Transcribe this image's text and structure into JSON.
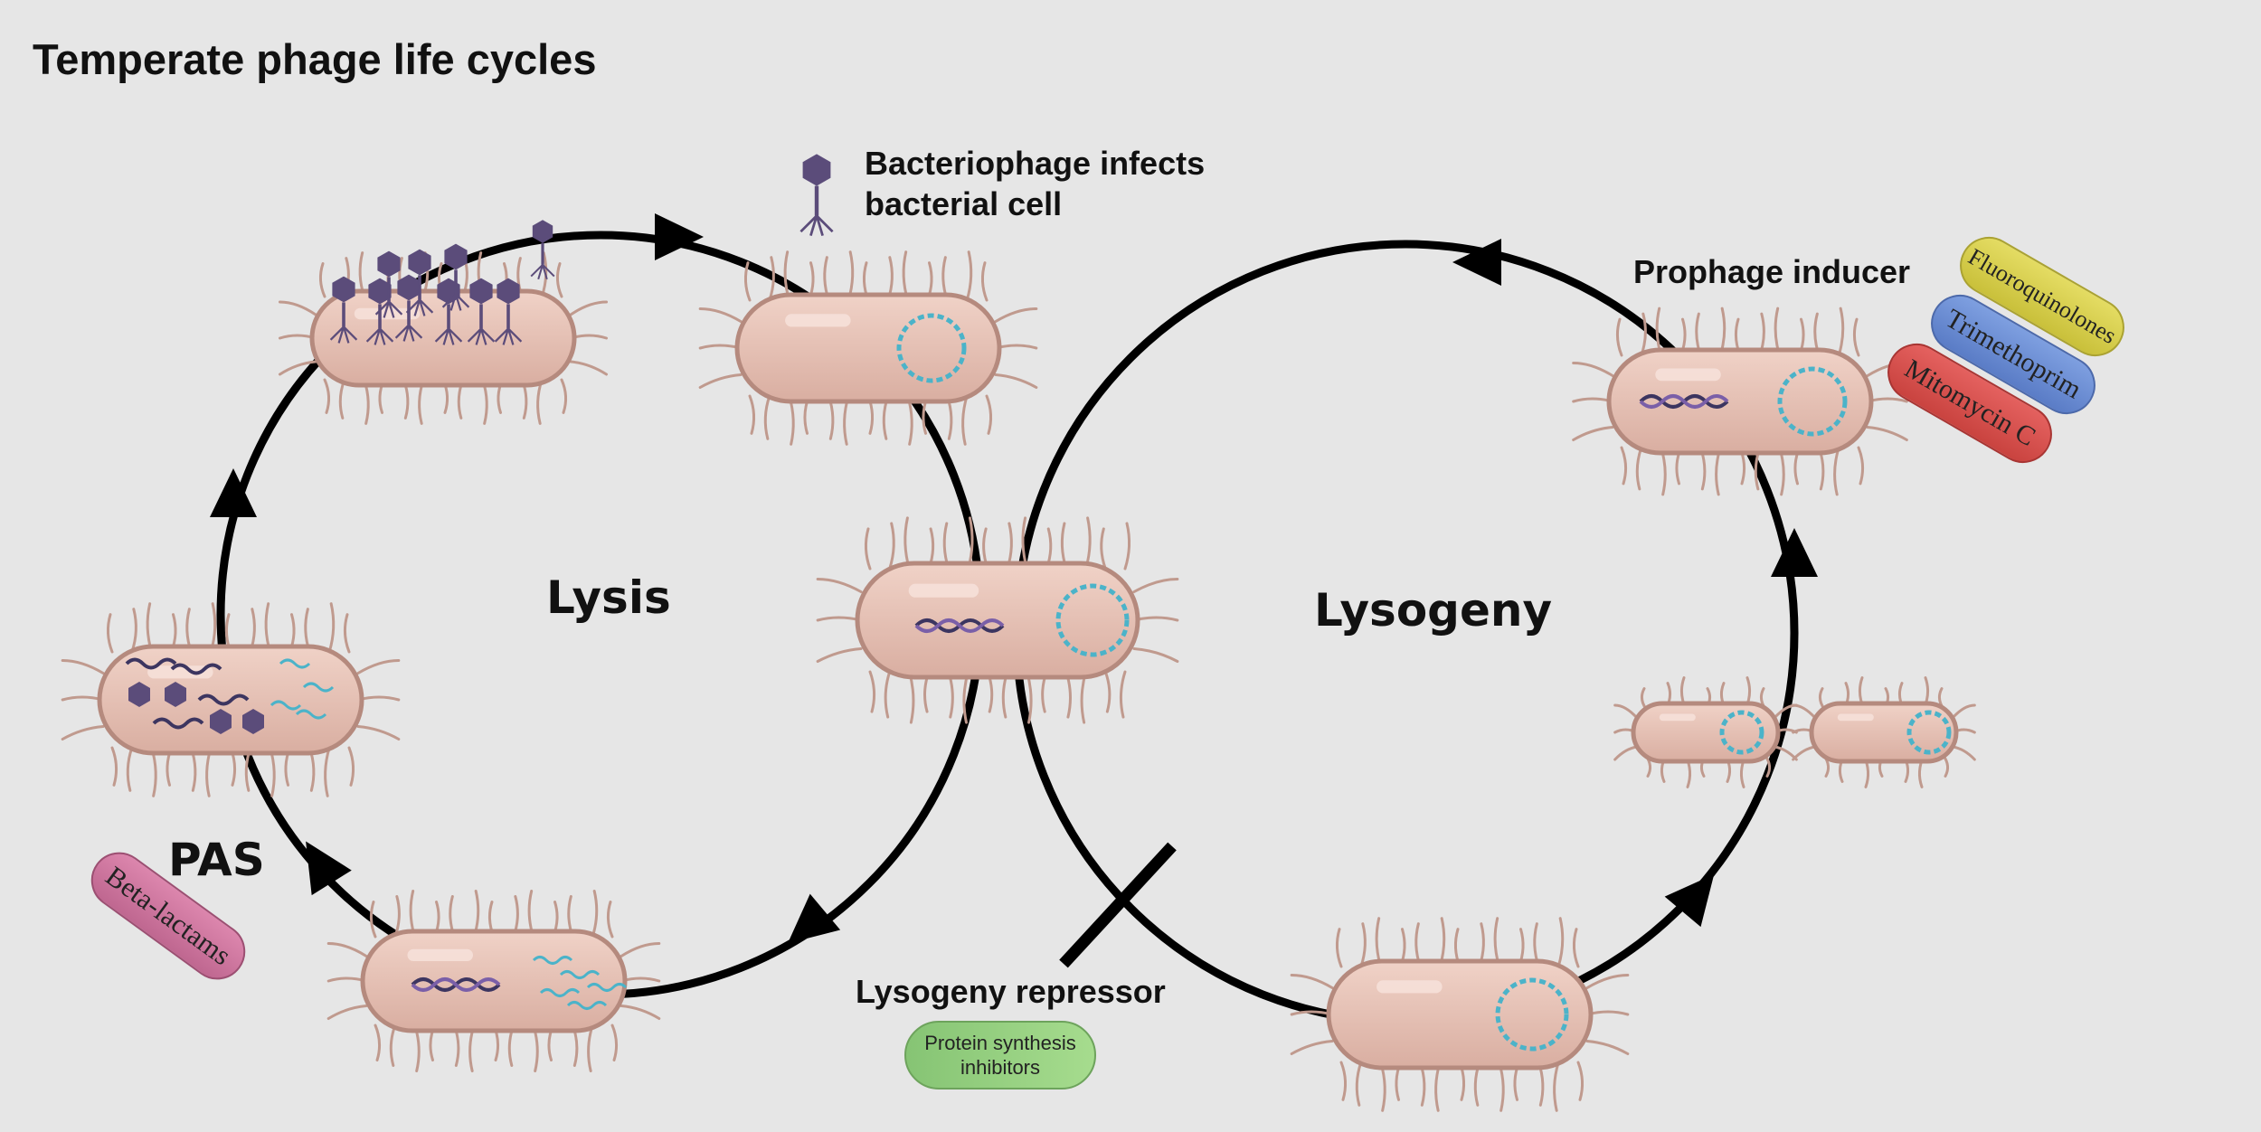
{
  "title": "Temperate phage life cycles",
  "labels": {
    "infects_line1": "Bacteriophage infects",
    "infects_line2": "bacterial cell",
    "lysis": "Lysis",
    "lysogeny": "Lysogeny",
    "pas": "PAS",
    "prophage_inducer": "Prophage inducer",
    "lysogeny_repressor": "Lysogeny repressor"
  },
  "pills": {
    "fluoroquinolones": "Fluoroquinolones",
    "trimethoprim": "Trimethoprim",
    "mitomycin": "Mitomycin C",
    "beta_lactams": "Beta-lactams",
    "protein_synthesis_line1": "Protein synthesis",
    "protein_synthesis_line2": "inhibitors"
  },
  "colors": {
    "background": "#e6e6e6",
    "cell_body": "#e8c3b7",
    "cell_outline": "#b58a7e",
    "phage": "#5b4c7a",
    "plasmid_dna": "#4bb3c9",
    "phage_dna": "#3c3560"
  },
  "icons": [
    "bacteriophage-icon",
    "bacterium-cell",
    "circular-dna-icon",
    "phage-genome-icon",
    "cycle-arrowhead"
  ]
}
